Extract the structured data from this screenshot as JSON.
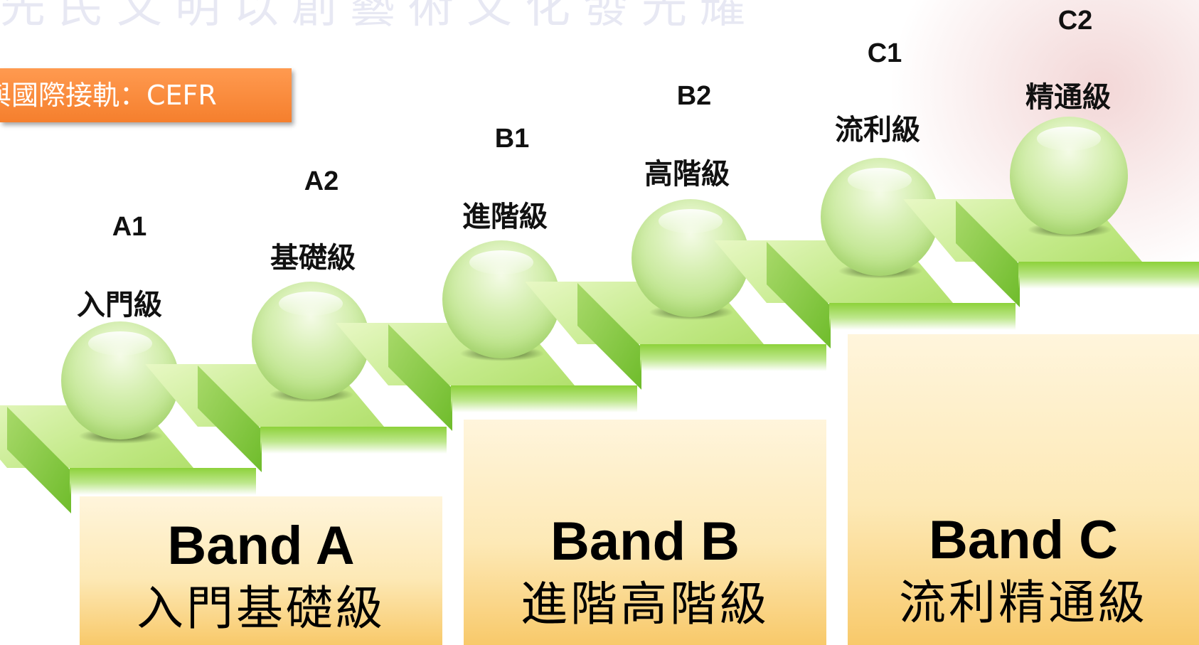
{
  "background_text": "先民文明以創藝術文化發光耀",
  "title": "與國際接軌：CEFR",
  "levels": [
    {
      "code": "A1",
      "name": "入門級"
    },
    {
      "code": "A2",
      "name": "基礎級"
    },
    {
      "code": "B1",
      "name": "進階級"
    },
    {
      "code": "B2",
      "name": "高階級"
    },
    {
      "code": "C1",
      "name": "流利級"
    },
    {
      "code": "C2",
      "name": "精通級"
    }
  ],
  "bands": [
    {
      "title": "Band A",
      "subtitle": "入門基礎級"
    },
    {
      "title": "Band B",
      "subtitle": "進階高階級"
    },
    {
      "title": "Band C",
      "subtitle": "流利精通級"
    }
  ],
  "colors": {
    "title_tag": "#f57f2d",
    "step_green": "#8dd13a",
    "band_fill": "#fde9b6"
  }
}
